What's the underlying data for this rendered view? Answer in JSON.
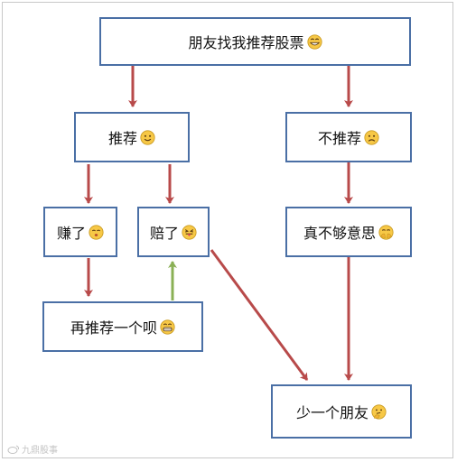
{
  "nodes": {
    "root": "朋友找我推荐股票",
    "recommend": "推荐",
    "not_recommend": "不推荐",
    "earned": "赚了",
    "lost": "赔了",
    "recommend_again": "再推荐一个呗",
    "really_loyal": "真不够意思",
    "one_less_friend": "少一个朋友"
  },
  "icons": {
    "root": "grinning-emoji-icon",
    "recommend": "smiling-emoji-icon",
    "not_recommend": "frowning-emoji-icon",
    "earned": "smirk-emoji-icon",
    "lost": "tongue-out-emoji-icon",
    "recommend_again": "grimacing-emoji-icon",
    "really_loyal": "face-palm-emoji-icon",
    "one_less_friend": "thinking-emoji-icon"
  },
  "colors": {
    "box_border": "#4a6fa5",
    "arrow_red": "#b84a4a",
    "arrow_green": "#8ab055"
  },
  "watermark": {
    "text": "九鼎股事"
  }
}
